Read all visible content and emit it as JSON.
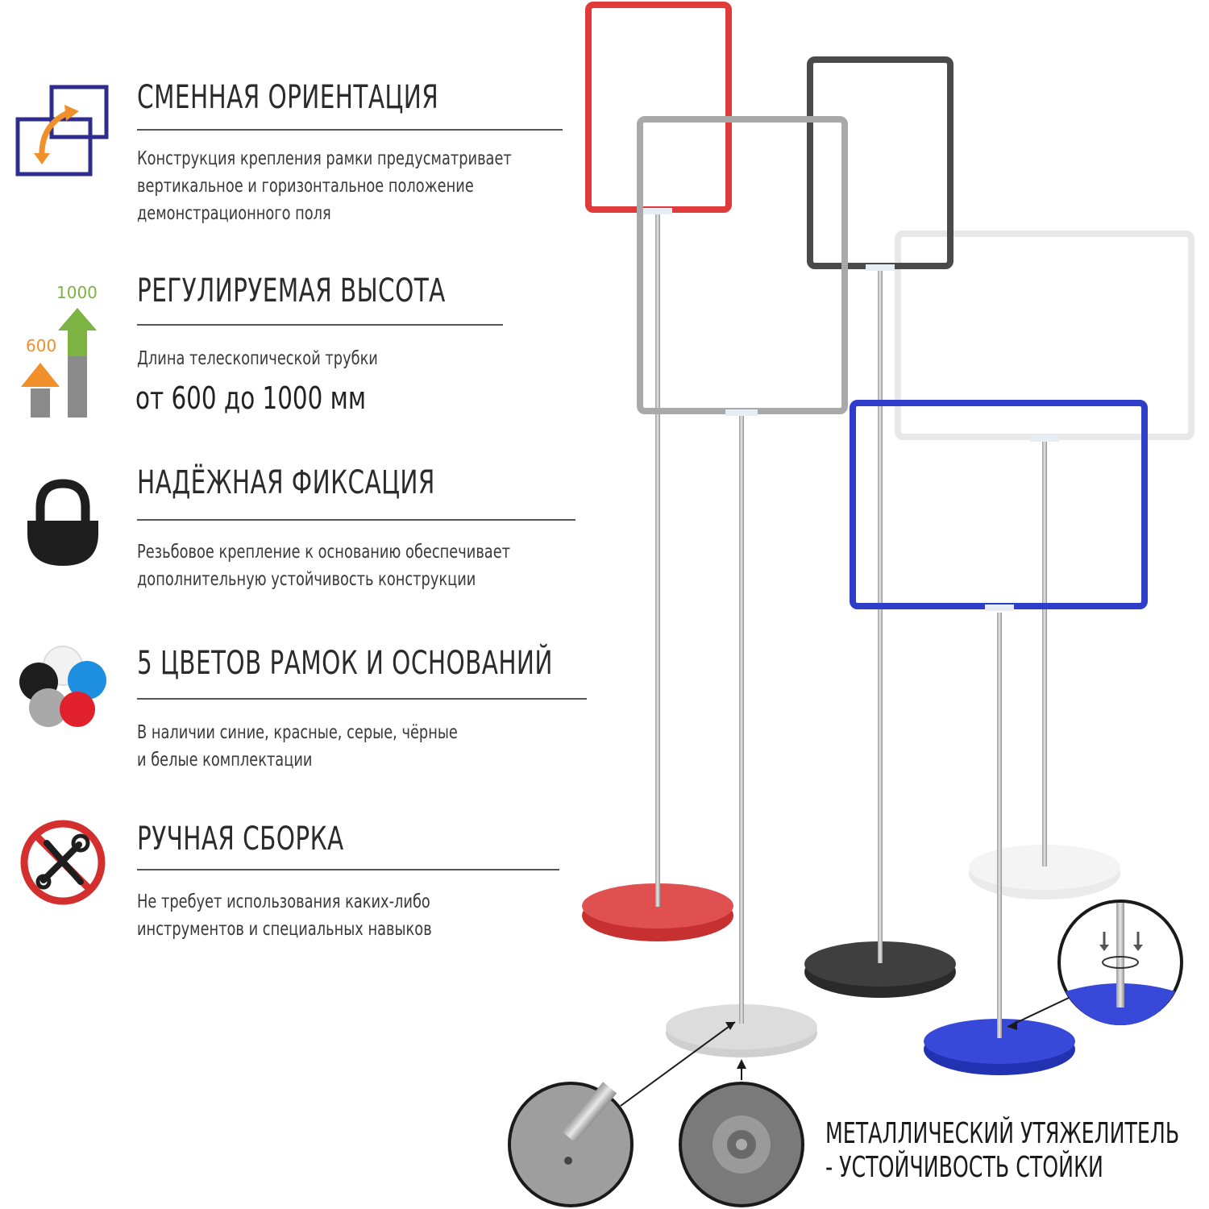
{
  "features": [
    {
      "icon": "orientation-swap-icon",
      "title": "СМЕННАЯ ОРИЕНТАЦИЯ",
      "desc": [
        "Конструкция крепления рамки предусматривает",
        "вертикальное и горизонтальное положение",
        "демонстрационного поля"
      ]
    },
    {
      "icon": "height-arrows-icon",
      "title": "РЕГУЛИРУЕМАЯ ВЫСОТА",
      "icon_labels": {
        "high": "1000",
        "low": "600"
      },
      "desc": [
        "Длина телескопической трубки"
      ],
      "emphasis": "от 600 до 1000 мм"
    },
    {
      "icon": "padlock-icon",
      "title": "НАДЁЖНАЯ ФИКСАЦИЯ",
      "desc": [
        "Резьбовое крепление к основанию обеспечивает",
        "дополнительную устойчивость конструкции"
      ]
    },
    {
      "icon": "color-dots-icon",
      "title": "5 ЦВЕТОВ РАМОК И ОСНОВАНИЙ",
      "desc": [
        "В наличии синие, красные, серые, чёрные",
        "и белые комплектации"
      ]
    },
    {
      "icon": "no-tools-icon",
      "title": "РУЧНАЯ СБОРКА",
      "desc": [
        "Не требует использования каких-либо",
        "инструментов и специальных навыков"
      ]
    }
  ],
  "caption": [
    "МЕТАЛЛИЧЕСКИЙ УТЯЖЕЛИТЕЛЬ",
    "- УСТОЙЧИВОСТЬ СТОЙКИ"
  ],
  "colors": {
    "red": "#e03a3a",
    "black": "#3f3f3f",
    "gray": "#a9a9a9",
    "white": "#f2f2f2",
    "blue": "#2f3ec8",
    "orange": "#f0902a",
    "green": "#7cb342",
    "navy": "#2e2c8f"
  }
}
